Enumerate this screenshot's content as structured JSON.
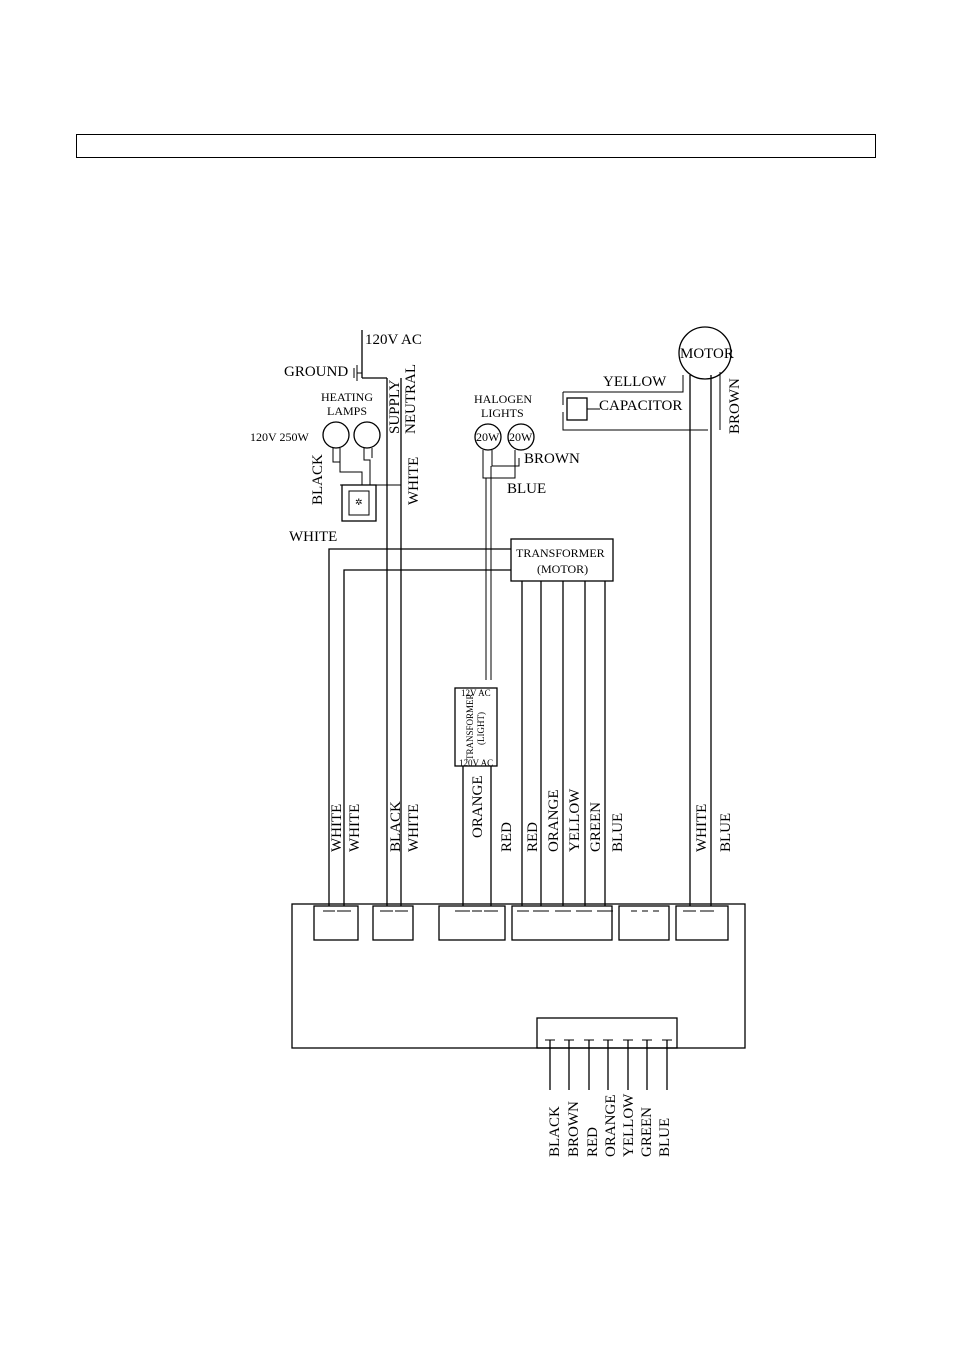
{
  "header": {
    "text": ""
  },
  "labels": {
    "supply_voltage": "120V AC",
    "ground": "GROUND",
    "heating_lamps": [
      "HEATING",
      "LAMPS"
    ],
    "heating_lamp_rating": "120V 250W",
    "supply": "SUPPLY",
    "neutral": "NEUTRAL",
    "black": "BLACK",
    "white": "WHITE",
    "white_left": "WHITE",
    "halogen_lights": [
      "HALOGEN",
      "LIGHTS"
    ],
    "halogen_rating_1": "20W",
    "halogen_rating_2": "20W",
    "halogen_brown": "BROWN",
    "halogen_blue": "BLUE",
    "motor": "MOTOR",
    "yellow": "YELLOW",
    "capacitor": "CAPACITOR",
    "motor_brown": "BROWN",
    "transformer_motor": [
      "TRANSFORMER",
      "(MOTOR)"
    ],
    "transformer_light_top": "12V AC",
    "transformer_light_name": [
      "TRANSFORMER",
      "(LIGHT)"
    ],
    "transformer_light_bottom": "120V AC",
    "vertical_wires": [
      "WHITE",
      "WHITE",
      "BLACK",
      "WHITE",
      "ORANGE",
      "RED",
      "RED",
      "ORANGE",
      "YELLOW",
      "GREEN",
      "BLUE",
      "WHITE",
      "BLUE"
    ],
    "bottom_wires": [
      "BLACK",
      "BROWN",
      "RED",
      "ORANGE",
      "YELLOW",
      "GREEN",
      "BLUE"
    ]
  }
}
